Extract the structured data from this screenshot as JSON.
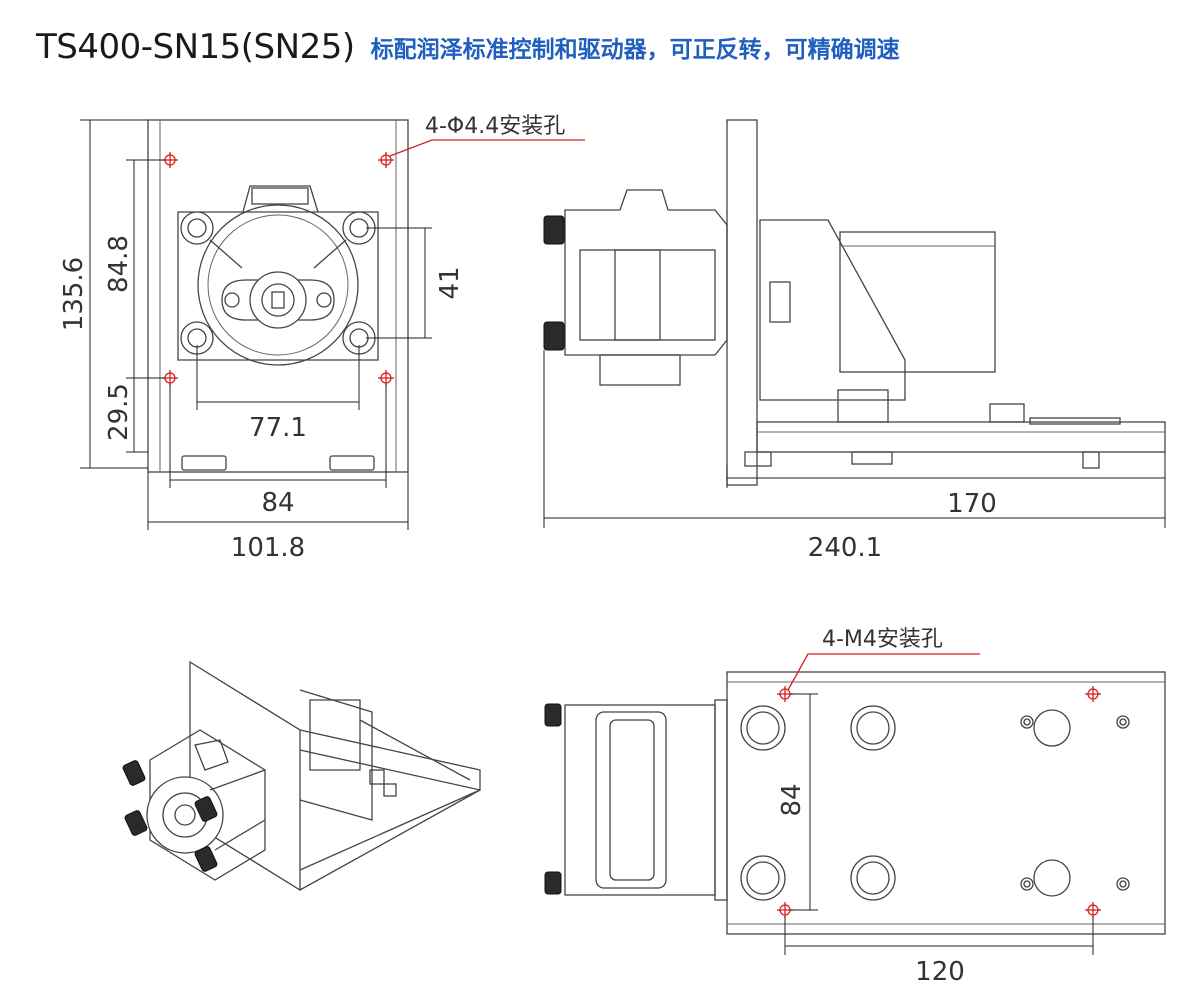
{
  "header": {
    "model": "TS400-SN15(SN25)",
    "description": "标配润泽标准控制和驱动器，可正反转，可精确调速"
  },
  "callouts": {
    "mount_holes_front": "4-Φ4.4安装孔",
    "mount_holes_bottom": "4-M4安装孔"
  },
  "dimensions": {
    "front_total_height": "135.6",
    "front_hole_vertical": "84.8",
    "front_hole_from_bottom": "29.5",
    "front_head_bolt_vertical": "41",
    "front_head_bolt_horizontal": "77.1",
    "front_hole_horizontal": "84",
    "front_total_width": "101.8",
    "side_base_length": "170",
    "side_total_length": "240.1",
    "bottom_hole_vertical": "84",
    "bottom_hole_horizontal": "120"
  },
  "colors": {
    "title": "#1a1a1a",
    "description": "#1f5fbf",
    "callout": "#d62020",
    "line": "#444444"
  }
}
